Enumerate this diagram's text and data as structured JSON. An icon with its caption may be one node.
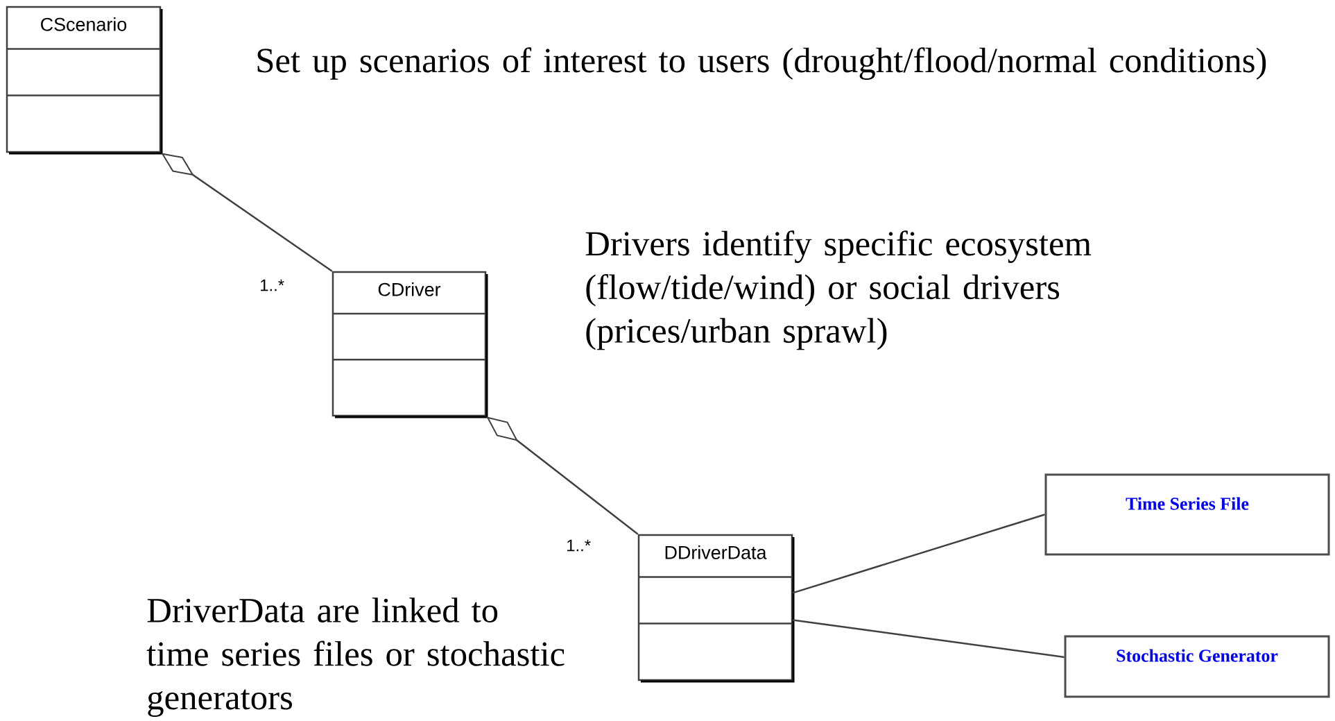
{
  "diagram": {
    "nodes": [
      {
        "text": [
          "CScenario"
        ]
      },
      {
        "text": [
          "CDriver"
        ]
      },
      {
        "text": [
          "DDriverData"
        ]
      },
      {
        "text": [
          "Time Series File"
        ]
      },
      {
        "text": [
          "Stochastic Generator"
        ]
      }
    ],
    "edges": [
      {
        "from": 0,
        "to": 1,
        "arrow": "other"
      },
      {
        "from": 1,
        "to": 2,
        "arrow": "other"
      },
      {
        "from": 2,
        "to": 3,
        "arrow": "none"
      },
      {
        "from": 2,
        "to": 4,
        "arrow": "none"
      }
    ],
    "labels": [
      "Set up scenarios of interest to users (drought/flood/normal conditions)",
      "1..*",
      "Drivers identify specific ecosystem (flow/tide/wind) or social drivers (prices/urban sprawl)",
      "1..*",
      "DriverData are linked to time series files or stochastic generators"
    ]
  }
}
